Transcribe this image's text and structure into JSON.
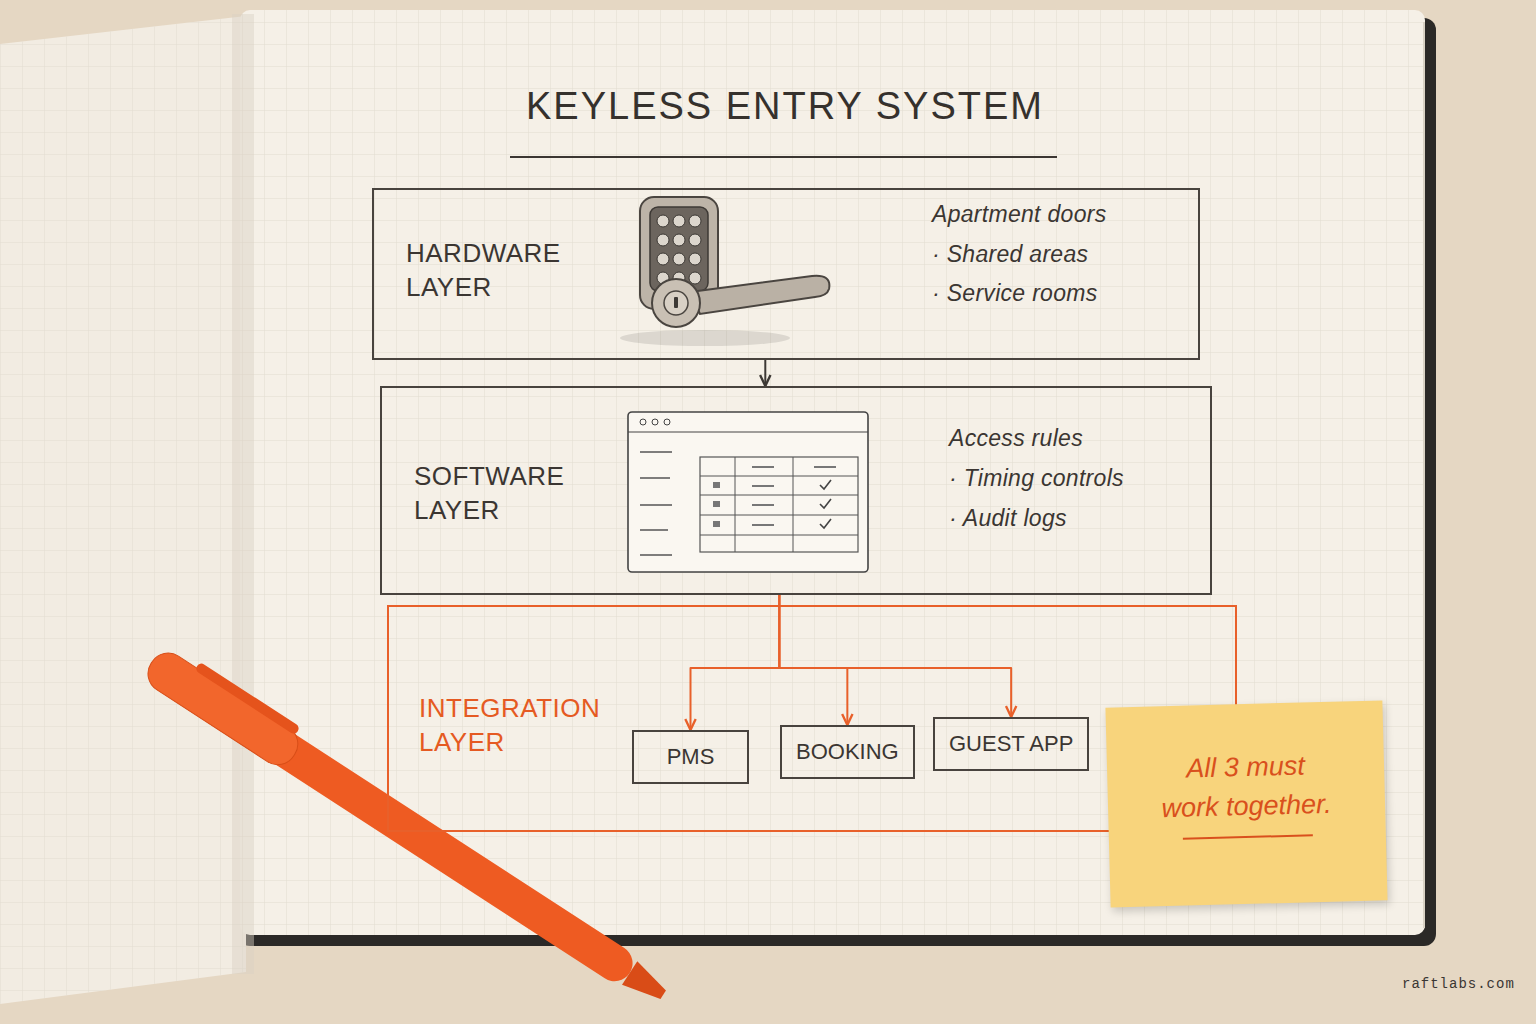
{
  "diagram": {
    "title": "KEYLESS ENTRY SYSTEM",
    "nodes": [
      {
        "text": [
          "HARDWARE LAYER",
          "Apartment doors",
          "· Shared areas",
          "· Service rooms"
        ]
      },
      {
        "text": [
          "SOFTWARE LAYER",
          "Access rules",
          "· Timing controls",
          "· Audit logs"
        ]
      },
      {
        "text": [
          "INTEGRATION LAYER"
        ]
      },
      {
        "text": [
          "PMS"
        ],
        "in": 2
      },
      {
        "text": [
          "BOOKING"
        ],
        "in": 2
      },
      {
        "text": [
          "GUEST APP"
        ],
        "in": 2
      },
      {
        "text": [
          "All 3 must work together."
        ]
      }
    ],
    "edges": [
      {
        "from": 0,
        "to": 1,
        "arrow": "to"
      },
      {
        "from": 1,
        "to": 3,
        "arrow": "to"
      },
      {
        "from": 1,
        "to": 4,
        "arrow": "to"
      },
      {
        "from": 1,
        "to": 5,
        "arrow": "to"
      }
    ],
    "labels": [
      "raftlabs.com"
    ]
  }
}
